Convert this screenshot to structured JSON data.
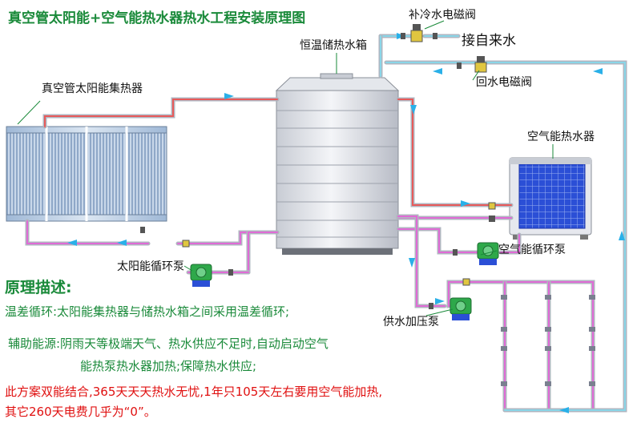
{
  "title": "真空管太阳能+空气能热水器热水工程安装原理图",
  "labels": {
    "collector": "真空管太阳能集热器",
    "tank": "恒温储热水箱",
    "makeup_valve": "补冷水电磁阀",
    "tap_water": "接自来水",
    "return_valve": "回水电磁阀",
    "heat_pump": "空气能热水器",
    "solar_pump": "太阳能循环泵",
    "heatpump_pump": "空气能循环泵",
    "supply_pump": "供水加压泵"
  },
  "description": {
    "heading": "原理描述:",
    "line1": "温差循环:太阳能集热器与储热水箱之间采用温差循环;",
    "line2a": "辅助能源:阴雨天等极端天气、热水供应不足时,自动启动空气",
    "line2b": "能热泵热水器加热;保障热水供应;",
    "line3a": "此方案双能结合,365天天天热水无忧,1年只105天左右要用空气能加热,",
    "line3b": "其它260天电费几乎为“0”。"
  },
  "colors": {
    "title_green": "#1a8a3a",
    "note_red": "#e01010",
    "hot_pipe": "#e85a5a",
    "cold_pipe": "#8ad6e8",
    "pink_pipe": "#e06bd6",
    "flow_arrow": "#2ab0e8",
    "pump_green": "#2ea84a"
  }
}
